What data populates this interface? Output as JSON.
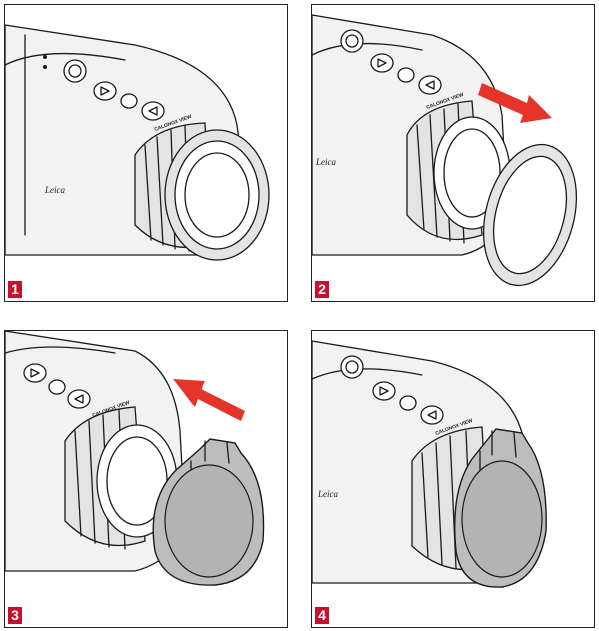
{
  "steps": [
    {
      "number": "1",
      "brand": "Leica",
      "engraving": "CALONOX VIEW"
    },
    {
      "number": "2",
      "brand": "Leica",
      "engraving": "CALONOX VIEW"
    },
    {
      "number": "3",
      "brand": "",
      "engraving": "CALONOX VIEW"
    },
    {
      "number": "4",
      "brand": "Leica",
      "engraving": "CALONOX VIEW"
    }
  ],
  "colors": {
    "accent": "#c8102e",
    "arrow": "#e5352b",
    "cap": "#bdbdbd"
  },
  "icons": {
    "step2_arrow": "arrow-down-right-icon",
    "step3_arrow": "arrow-up-left-icon"
  }
}
